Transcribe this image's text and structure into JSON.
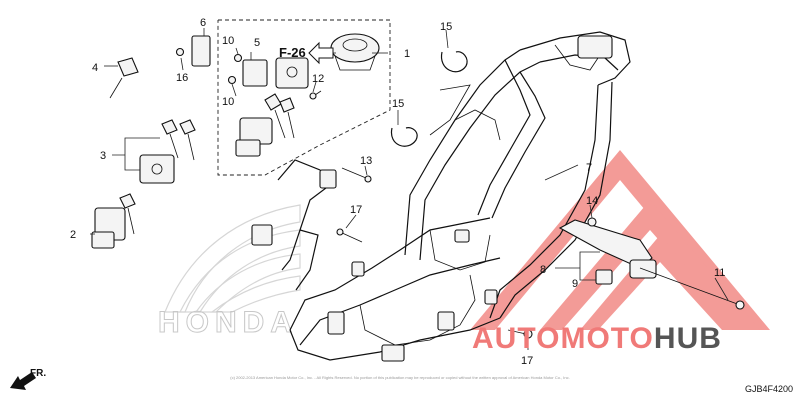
{
  "callouts": [
    "1",
    "2",
    "3",
    "4",
    "5",
    "6",
    "7",
    "8",
    "9",
    "10",
    "10",
    "11",
    "12",
    "13",
    "14",
    "15",
    "15",
    "16",
    "17",
    "17"
  ],
  "ref_label": "F-26",
  "direction_label": "FR.",
  "watermark": {
    "brand_left": "AUTO",
    "brand_mid": "MOTO",
    "brand_right": "HUB",
    "maker_logo_text": "HONDA",
    "logo_color": "#f07a78",
    "hub_color": "#555555"
  },
  "footer": {
    "copyright": "(c) 2002-2013 American Honda Motor Co., Inc. - All Rights Reserved. No portion of this publication may be reproduced or copied without the written approval of American Honda Motor Co., Inc."
  },
  "diagram_code": "GJB4F4200"
}
